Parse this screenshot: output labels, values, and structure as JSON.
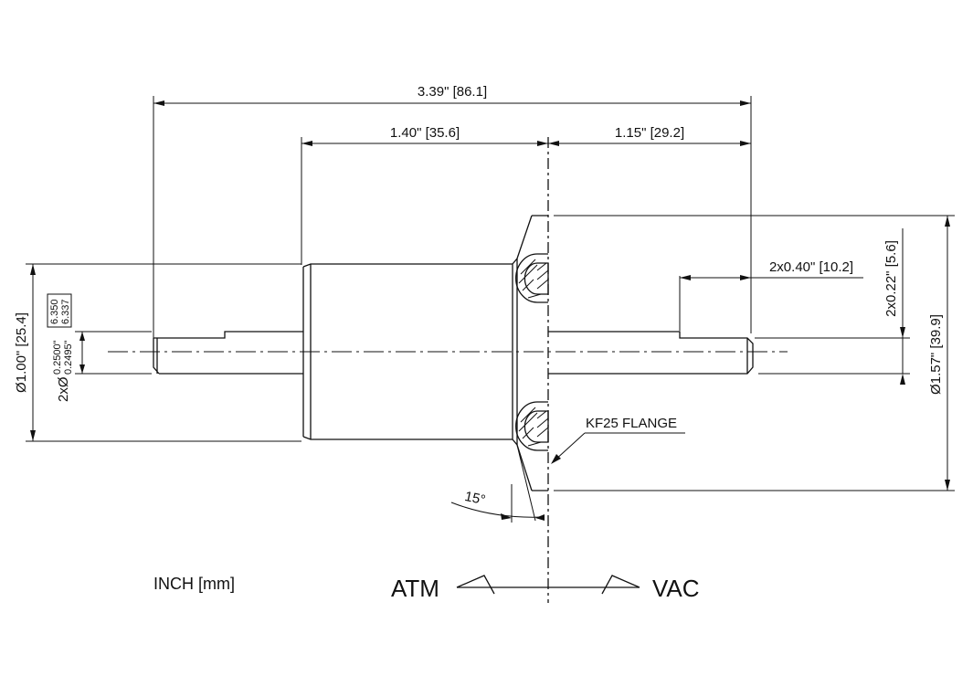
{
  "dimensions": {
    "overall_length": "3.39\" [86.1]",
    "atm_length": "1.40\" [35.6]",
    "vac_length": "1.15\" [29.2]",
    "flat_length": "2x0.40\" [10.2]",
    "flat_depth": "2x0.22\" [5.6]",
    "body_diameter": "Ø1.00\" [25.4]",
    "flange_diameter": "Ø1.57\" [39.9]",
    "shaft_prefix": "2xØ",
    "shaft_tol_upper": "0.2500\"",
    "shaft_tol_lower": "0.2495\"",
    "shaft_mm_upper": "6.350",
    "shaft_mm_lower": "6.337",
    "angle": "15°"
  },
  "labels": {
    "flange": "KF25 FLANGE",
    "units": "INCH [mm]",
    "atm": "ATM",
    "vac": "VAC"
  },
  "colors": {
    "line": "#111111",
    "background": "#ffffff"
  }
}
